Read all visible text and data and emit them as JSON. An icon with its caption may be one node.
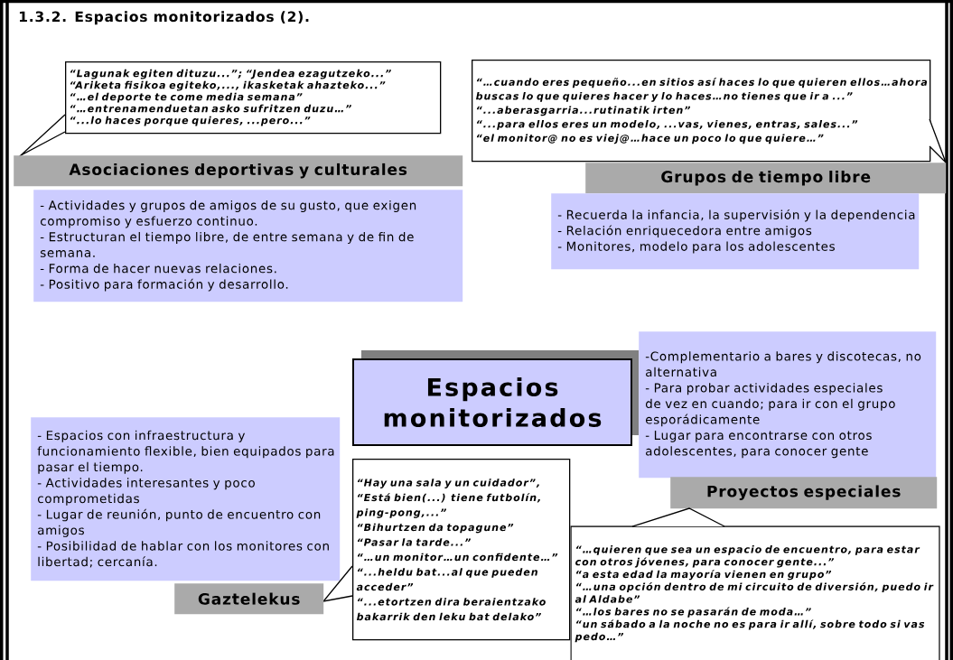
{
  "diagram": {
    "title": "1.3.2.  Espacios monitorizados (2).",
    "nodes": [
      {
        "text": [
          "“Lagunak egiten dituzu...”; “Jendea ezagutzeko...”",
          "“Ariketa fisikoa egiteko,..., ikasketak ahazteko...”",
          "“…el deporte te come media semana”",
          "“…entrenamenduetan asko sufritzen duzu…”",
          "“...lo haces porque quieres, ...pero...”"
        ]
      },
      {
        "text": [
          "Asociaciones deportivas y culturales"
        ]
      },
      {
        "text": [
          "- Actividades y grupos de amigos de su gusto, que exigen compromiso y esfuerzo continuo.",
          "- Estructuran el tiempo libre, de entre semana y de fin de semana.",
          "- Forma de hacer nuevas relaciones.",
          "- Positivo para formación y desarrollo."
        ]
      },
      {
        "text": [
          "“…cuando eres pequeño...en sitios así haces lo que quieren ellos…ahora buscas lo que quieres hacer y lo haces…no tienes que ir a ...”",
          "“...aberasgarria...rutinatik irten”",
          "“...para ellos eres un modelo, ...vas, vienes, entras, sales...”",
          "“el monitor@ no es viej@…hace un poco lo que quiere…”"
        ]
      },
      {
        "text": [
          "Grupos de tiempo libre"
        ]
      },
      {
        "text": [
          "- Recuerda la infancia, la supervisión y la dependencia",
          "- Relación enriquecedora entre amigos",
          "- Monitores, modelo para los adolescentes"
        ]
      },
      {
        "text": [
          "Espacios monitorizados"
        ]
      },
      {
        "text": [
          "-Complementario a bares y discotecas, no alternativa",
          "- Para probar actividades especiales de vez en cuando; para ir con el grupo  esporádicamente",
          "- Lugar para encontrarse con otros adolescentes, para conocer gente"
        ]
      },
      {
        "text": [
          "- Espacios con infraestructura y funcionamiento flexible, bien equipados para pasar el tiempo.",
          "- Actividades interesantes y poco comprometidas",
          "- Lugar de reunión, punto de encuentro con amigos",
          "- Posibilidad de hablar con los monitores con libertad; cercanía."
        ]
      },
      {
        "text": [
          "“Hay una sala y un cuidador”, “Está bien(...) tiene futbolín, ping-pong,...”",
          "“Bihurtzen da topagune”",
          "“Pasar la tarde...”",
          "“…un monitor…un confidente…”",
          "“...heldu bat...al que pueden acceder”",
          "“...etortzen dira beraientzako bakarrik den leku bat delako”"
        ]
      },
      {
        "text": [
          "Proyectos especiales"
        ]
      },
      {
        "text": [
          "“…quieren que sea un espacio de encuentro, para estar con otros jóvenes, para conocer gente...”",
          "“a esta edad la mayoría vienen en grupo”",
          "“…una opción dentro de mi circuito de diversión, puedo ir al Aldabe”",
          "“…los bares no se pasarán de moda…”",
          "“un sábado a la noche no es para ir allí, sobre todo si vas pedo…”"
        ]
      },
      {
        "text": [
          "Gaztelekus"
        ]
      }
    ]
  }
}
